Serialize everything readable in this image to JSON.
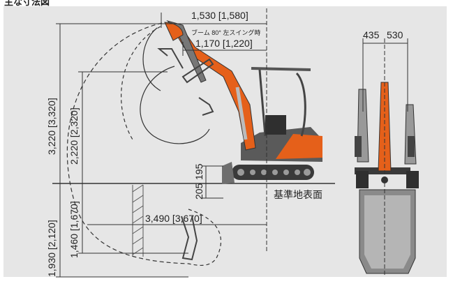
{
  "header": {
    "title": "主な寸法図"
  },
  "dimensions": {
    "reach_top": "1,530 [1,580]",
    "boom_swing_note": "ブーム 80° 左スイング時",
    "boom_swing_reach": "1,170 [1,220]",
    "max_height": "3,220 [3,320]",
    "dump_height": "2,220 [2,320]",
    "blade_lift": "195",
    "blade_drop": "205",
    "ground_reach": "3,490 [3,670]",
    "max_dig_depth": "1,930 [2,120]",
    "vertical_dig_depth": "1,460 [1,670]",
    "offset_left": "435",
    "offset_right": "530",
    "ground_label": "基準地表面"
  },
  "colors": {
    "panel_bg": "#e6e6e6",
    "machine_orange": "#e5601a",
    "dim_line": "#333333"
  }
}
